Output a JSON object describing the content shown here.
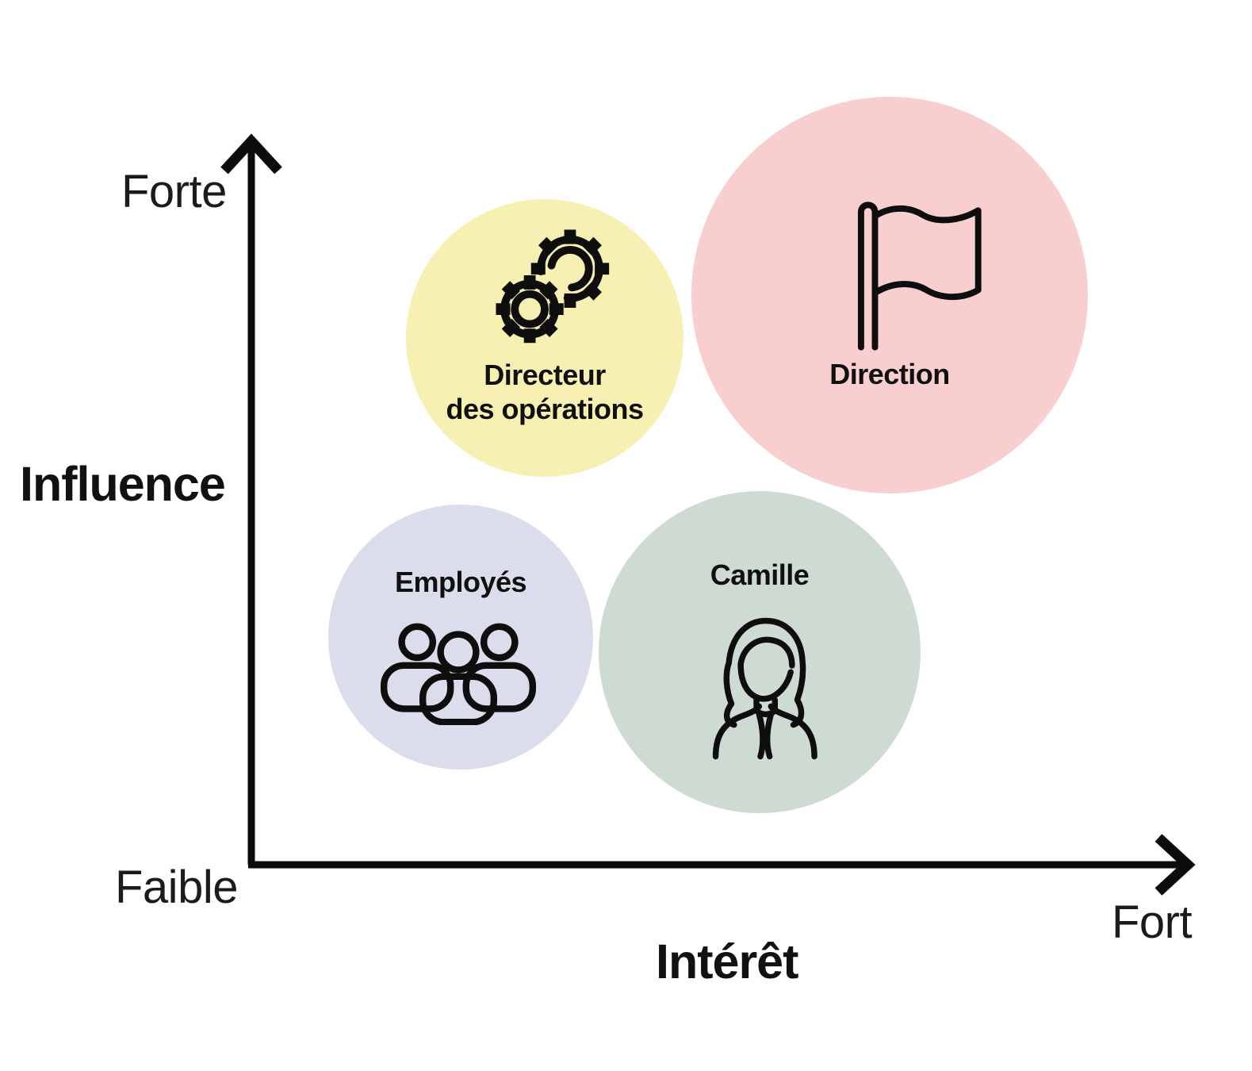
{
  "figure": {
    "kind": "stakeholder-matrix"
  },
  "axes": {
    "y": {
      "label": "Influence",
      "max_label": "Forte",
      "min_label": "Faible"
    },
    "x": {
      "label": "Intérêt",
      "max_label": "Fort"
    }
  },
  "colors": {
    "background": "#FFFFFF",
    "axis": "#0C0C0C",
    "text": "#111111"
  },
  "stakeholders": [
    {
      "label_lines": [
        "Directeur",
        "des opérations"
      ],
      "icon": "gears-icon",
      "color": "#F6F0B2"
    },
    {
      "label_lines": [
        "Direction"
      ],
      "icon": "flag-icon",
      "color": "#F8CFCE"
    },
    {
      "label_lines": [
        "Employés"
      ],
      "icon": "people-icon",
      "color": "#DBDCEC"
    },
    {
      "label_lines": [
        "Camille"
      ],
      "icon": "woman-icon",
      "color": "#CEDBD3"
    }
  ]
}
